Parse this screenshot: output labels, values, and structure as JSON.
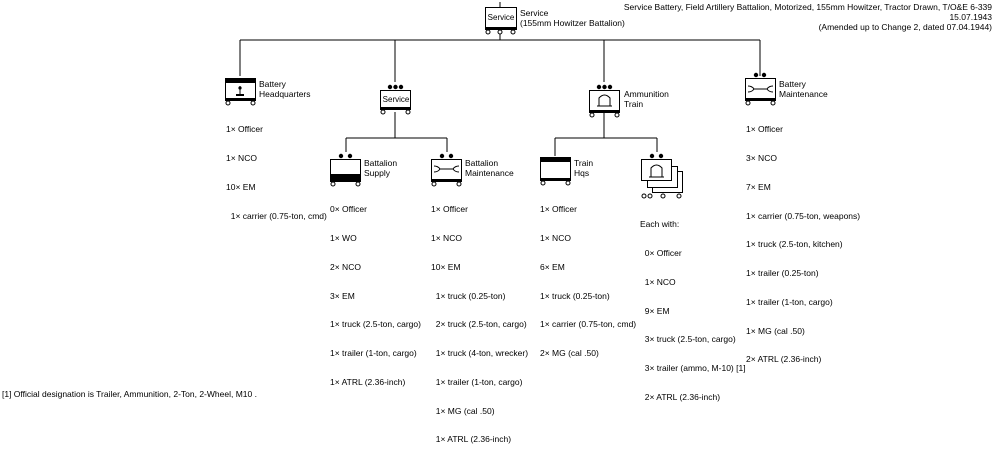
{
  "header": {
    "line1": "Service Battery, Field Artillery Battalion, Motorized, 155mm Howitzer, Tractor Drawn, T/O&E 6-339",
    "line2": "15.07.1943",
    "line3": "(Amended up to Change 2, dated 07.04.1944)"
  },
  "top_unit": {
    "symbol_text": "Service",
    "label1": "Service",
    "label2": "(155mm Howitzer Battalion)"
  },
  "units": {
    "bhq": {
      "label1": "Battery",
      "label2": "Headquarters",
      "roster": [
        "1× Officer",
        "1× NCO",
        "10× EM",
        "  1× carrier (0.75-ton, cmd)"
      ]
    },
    "service": {
      "symbol_text": "Service"
    },
    "ammo": {
      "label1": "Ammunition",
      "label2": "Train"
    },
    "maint": {
      "label1": "Battery",
      "label2": "Maintenance",
      "roster": [
        "1× Officer",
        "3× NCO",
        "7× EM",
        "1× carrier (0.75-ton, weapons)",
        "1× truck (2.5-ton, kitchen)",
        "1× trailer (0.25-ton)",
        "1× trailer (1-ton, cargo)",
        "1× MG (cal .50)",
        "2× ATRL (2.36-inch)"
      ]
    },
    "supply": {
      "label1": "Battalion",
      "label2": "Supply",
      "roster": [
        "0× Officer",
        "1× WO",
        "2× NCO",
        "3× EM",
        "1× truck (2.5-ton, cargo)",
        "1× trailer (1-ton, cargo)",
        "1× ATRL (2.36-inch)"
      ]
    },
    "bnmaint": {
      "label1": "Battalion",
      "label2": "Maintenance",
      "roster": [
        "1× Officer",
        "1× NCO",
        "10× EM",
        "  1× truck (0.25-ton)",
        "  2× truck (2.5-ton, cargo)",
        "  1× truck (4-ton, wrecker)",
        "  1× trailer (1-ton, cargo)",
        "  1× MG (cal .50)",
        "  1× ATRL (2.36-inch)"
      ]
    },
    "trainhq": {
      "label1": "Train",
      "label2": "Hqs",
      "roster": [
        "1× Officer",
        "1× NCO",
        "6× EM",
        "1× truck (0.25-ton)",
        "1× carrier (0.75-ton, cmd)",
        "2× MG (cal .50)"
      ]
    },
    "sections": {
      "each_with": "Each with:",
      "roster": [
        "  0× Officer",
        "  1× NCO",
        "  9× EM",
        "  3× truck (2.5-ton, cargo)",
        "  3× trailer (ammo, M-10) [1]",
        "  2× ATRL (2.36-inch)"
      ]
    }
  },
  "footnote": "[1] Official designation is Trailer, Ammunition, 2-Ton, 2-Wheel, M10 ."
}
